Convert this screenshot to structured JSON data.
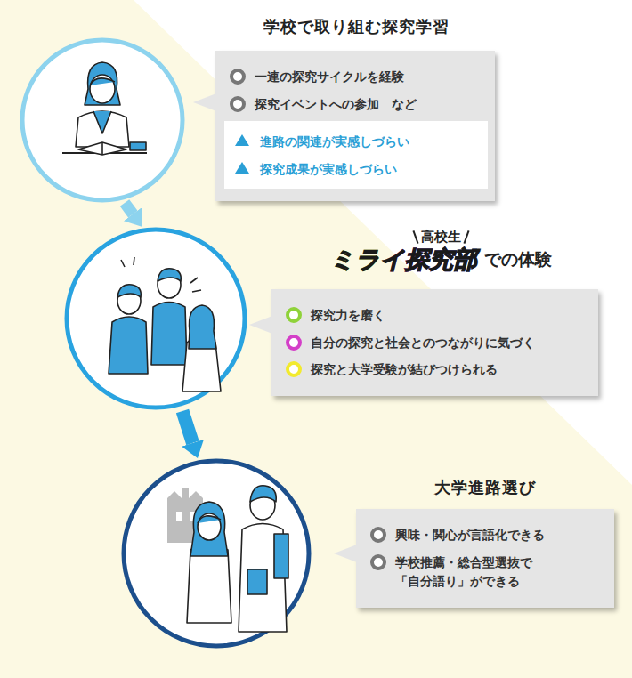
{
  "diagram": {
    "nodes": [
      {
        "text": [
          "学校で取り組む探究学習",
          "一連の探究サイクルを経験",
          "探究イベントへの参加　など",
          "進路の関連が実感しづらい",
          "探究成果が実感しづらい"
        ]
      },
      {
        "text": [
          "高校生",
          "ミライ探究部",
          "での体験",
          "探究力を磨く",
          "自分の探究と社会とのつながりに気づく",
          "探究と大学受験が結びつけられる"
        ]
      },
      {
        "text": [
          "大学進路選び",
          "興味・関心が言語化できる",
          "学校推薦・総合型選抜で 「自分語り」ができる"
        ]
      }
    ],
    "edges": [
      {
        "from": 0,
        "to": 1,
        "arrow": "to"
      },
      {
        "from": 1,
        "to": 2,
        "arrow": "to"
      }
    ]
  }
}
